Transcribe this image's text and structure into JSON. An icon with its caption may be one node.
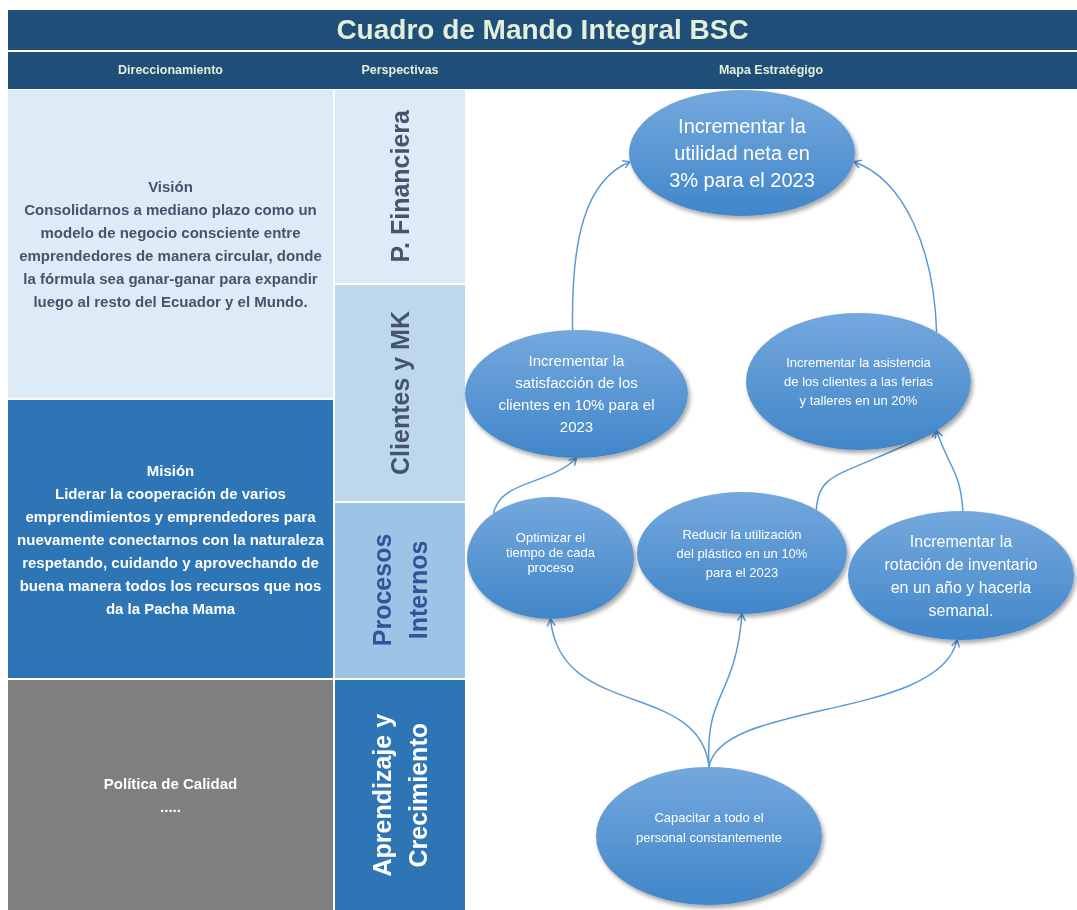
{
  "diagram": {
    "title": "Cuadro de Mando Integral BSC",
    "nodes": [
      {
        "text": [
          "Visión",
          "Consolidarnos a mediano plazo como un modelo de negocio consciente entre emprendedores de manera circular, donde la fórmula sea ganar-ganar para expandir luego al resto del Ecuador y el Mundo."
        ]
      },
      {
        "text": [
          "Misión",
          "Liderar la cooperación de varios emprendimientos y emprendedores para nuevamente conectarnos con la naturaleza respetando, cuidando y aprovechando de buena manera todos los recursos que nos da la Pacha Mama"
        ]
      },
      {
        "text": [
          "Política de Calidad",
          "....."
        ]
      },
      {
        "text": [
          "P. Financiera"
        ]
      },
      {
        "text": [
          "Clientes y MK"
        ]
      },
      {
        "text": [
          "Procesos Internos"
        ]
      },
      {
        "text": [
          "Aprendizaje y Crecimiento"
        ]
      },
      {
        "text": [
          "Incrementar la utilidad neta en 3% para el 2023"
        ]
      },
      {
        "text": [
          "Incrementar la satisfacción de los clientes en 10% para el 2023"
        ]
      },
      {
        "text": [
          "Incrementar la asistencia de los clientes a las ferias y talleres en un 20%"
        ]
      },
      {
        "text": [
          "Optimizar el tiempo de cada proceso"
        ]
      },
      {
        "text": [
          "Reducir la utilización del plástico en un 10% para el 2023"
        ]
      },
      {
        "text": [
          "Incrementar la rotación de inventario en un año y hacerla semanal."
        ]
      },
      {
        "text": [
          "Capacitar a todo el personal constantemente"
        ]
      }
    ],
    "edges": [
      {
        "from": 8,
        "to": 7,
        "arrow": "to"
      },
      {
        "from": 9,
        "to": 7,
        "arrow": "to"
      },
      {
        "from": 10,
        "to": 8,
        "arrow": "to"
      },
      {
        "from": 11,
        "to": 9,
        "arrow": "to"
      },
      {
        "from": 12,
        "to": 9,
        "arrow": "to"
      },
      {
        "from": 13,
        "to": 10,
        "arrow": "to"
      },
      {
        "from": 13,
        "to": 11,
        "arrow": "to"
      },
      {
        "from": 13,
        "to": 12,
        "arrow": "to"
      }
    ],
    "labels": [
      "Direccionamiento",
      "Perspectivas",
      "Mapa Estratégigo"
    ]
  }
}
